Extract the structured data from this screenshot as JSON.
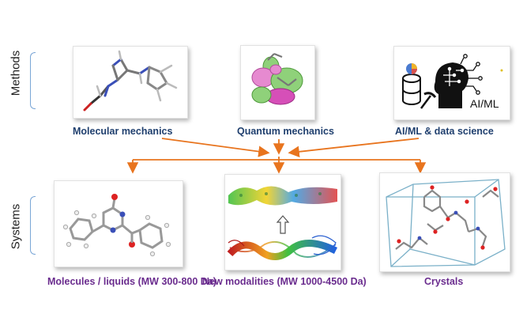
{
  "rows": {
    "methods_label": "Methods",
    "systems_label": "Systems"
  },
  "methods": [
    {
      "caption": "Molecular mechanics"
    },
    {
      "caption": "Quantum mechanics"
    },
    {
      "caption": "AI/ML & data science",
      "icon_text": "AI/ML"
    }
  ],
  "systems": [
    {
      "caption": "Molecules / liquids (MW 300-800 Da)"
    },
    {
      "caption": "New modalities (MW 1000-4500 Da)"
    },
    {
      "caption": "Crystals"
    }
  ],
  "colors": {
    "arrow": "#e8741e",
    "method_caption": "#1f3f6e",
    "system_caption": "#6a2c8e",
    "bracket": "#7aa6d6"
  }
}
